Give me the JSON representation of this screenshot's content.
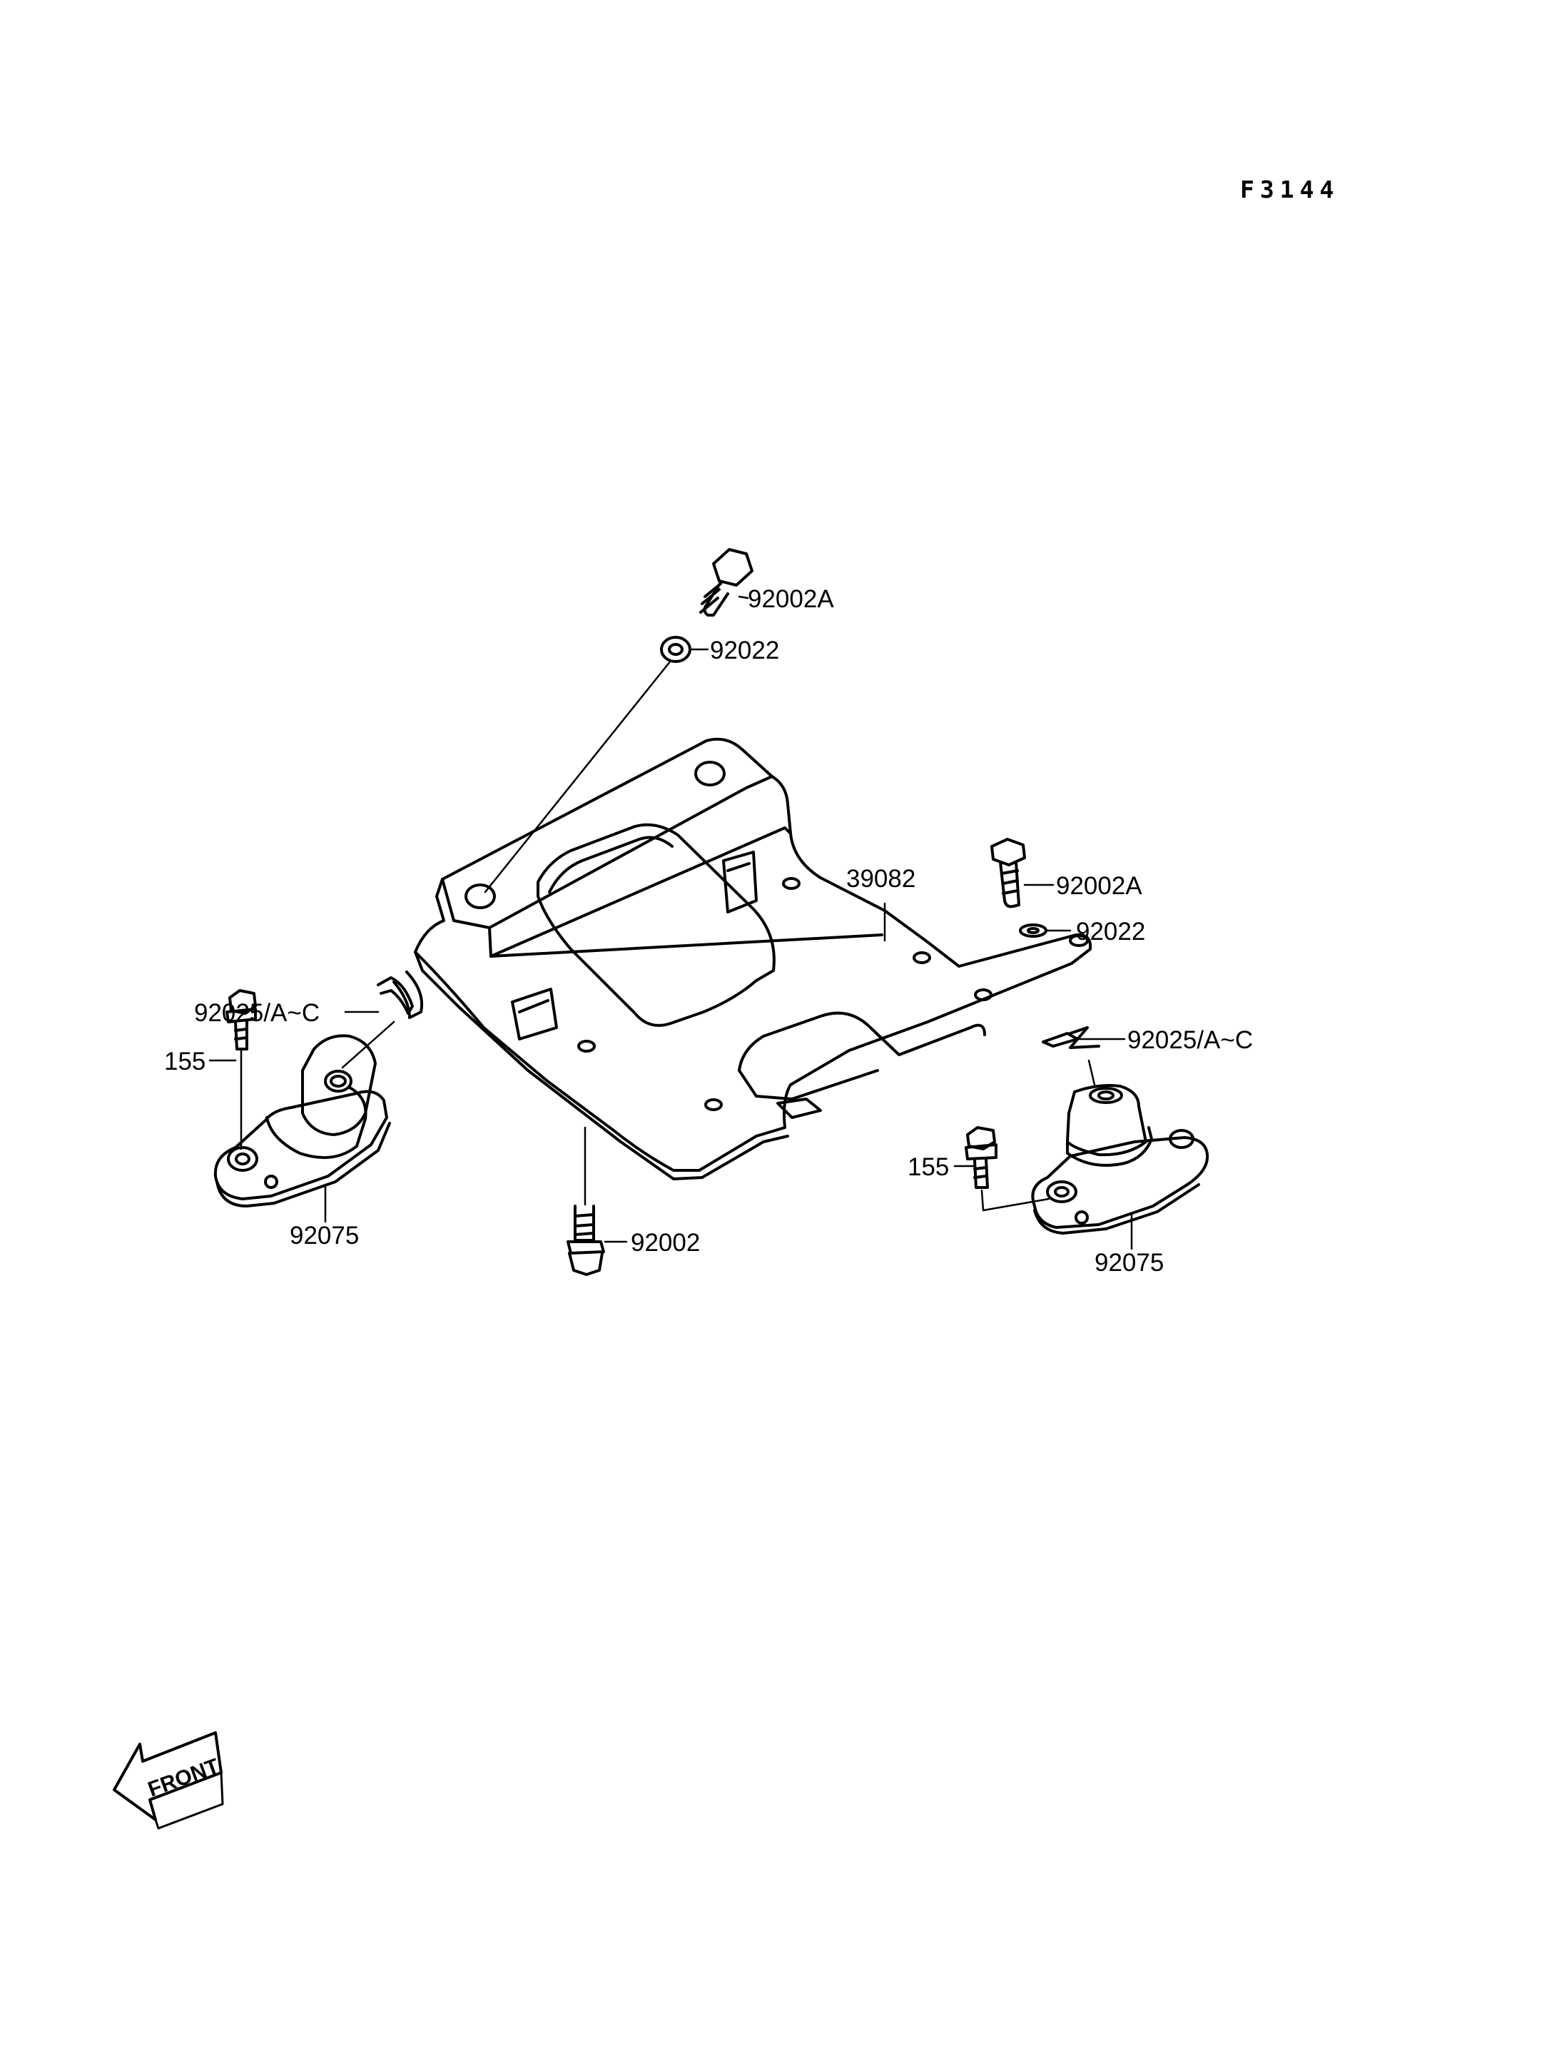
{
  "diagram": {
    "code": "F3144",
    "front_label": "FRONT",
    "labels": {
      "bolt_top": "92002A",
      "washer_top": "92022",
      "bolt_right": "92002A",
      "washer_right": "92022",
      "bracket": "39082",
      "spring_left": "92025/A~C",
      "spring_right": "92025/A~C",
      "bolt_155_left": "155",
      "bolt_155_right": "155",
      "mount_left": "92075",
      "mount_right": "92075",
      "bolt_bottom": "92002"
    }
  }
}
